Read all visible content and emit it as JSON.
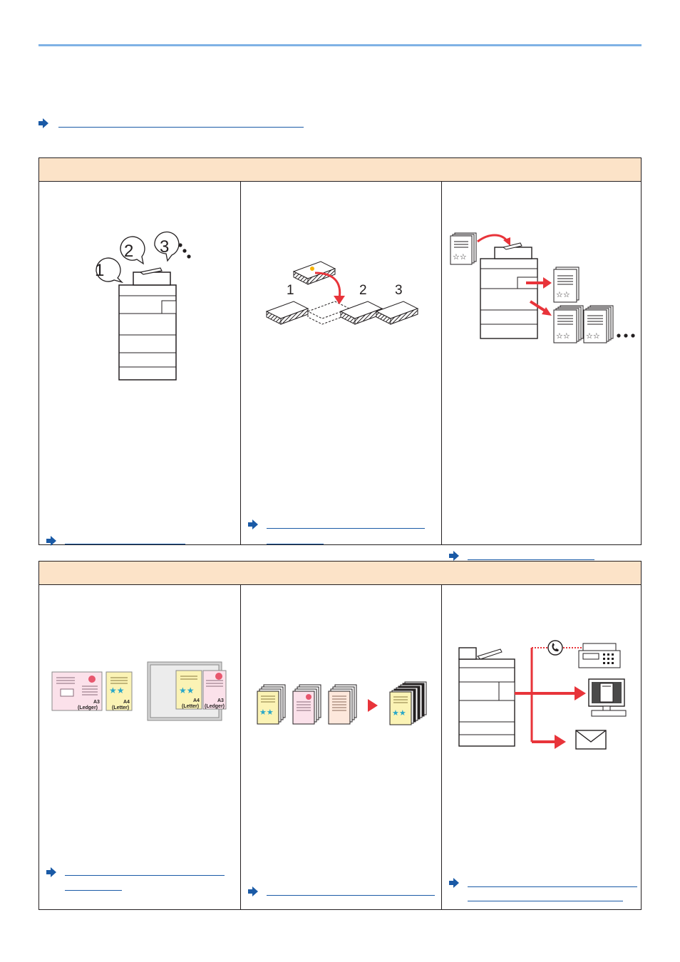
{
  "colors": {
    "header_fill": "#fce3c8",
    "link_blue": "#1a5aa6",
    "arrow_red": "#e8343a",
    "rule_blue": "#7fb2e5"
  },
  "section1": {
    "cell1": {
      "illustration": {
        "balloons": [
          "1",
          "2",
          "3"
        ]
      }
    },
    "cell2": {
      "illustration": {
        "numbers": [
          "1",
          "2",
          "3"
        ]
      }
    },
    "cell3": {
      "illustration": {}
    }
  },
  "section2": {
    "cell1": {
      "illustration": {
        "sizes": [
          "A3\n(Ledger)",
          "A4\n(Letter)"
        ],
        "size_a3": "A3",
        "size_a3_alt": "(Ledger)",
        "size_a4": "A4",
        "size_a4_alt": "(Letter)"
      }
    },
    "cell2": {
      "illustration": {}
    },
    "cell3": {
      "illustration": {}
    }
  },
  "icons": [
    "link-arrow-icon",
    "mfp-icon",
    "fax-icon",
    "computer-icon",
    "envelope-icon",
    "phone-icon"
  ]
}
